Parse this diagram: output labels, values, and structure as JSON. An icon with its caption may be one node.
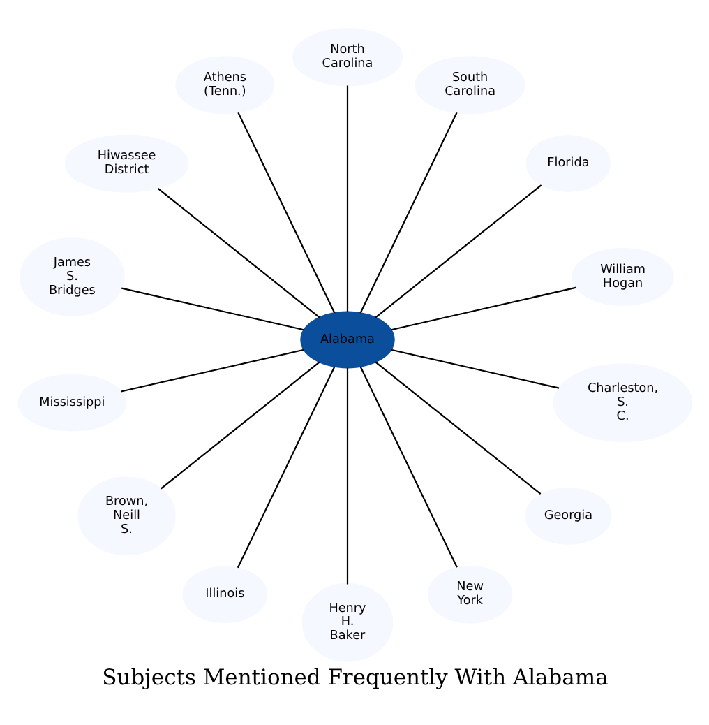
{
  "diagram": {
    "title": "Subjects Mentioned Frequently With Alabama",
    "nodes": [
      {
        "text": [
          "Alabama"
        ]
      },
      {
        "text": [
          "William Hogan"
        ]
      },
      {
        "text": [
          "Florida"
        ]
      },
      {
        "text": [
          "South Carolina"
        ]
      },
      {
        "text": [
          "North Carolina"
        ]
      },
      {
        "text": [
          "Athens (Tenn.)"
        ]
      },
      {
        "text": [
          "Hiwassee District"
        ]
      },
      {
        "text": [
          "James S. Bridges"
        ]
      },
      {
        "text": [
          "Mississippi"
        ]
      },
      {
        "text": [
          "Brown, Neill S."
        ]
      },
      {
        "text": [
          "Illinois"
        ]
      },
      {
        "text": [
          "Henry H. Baker"
        ]
      },
      {
        "text": [
          "New York"
        ]
      },
      {
        "text": [
          "Georgia"
        ]
      },
      {
        "text": [
          "Charleston, S. C."
        ]
      }
    ],
    "edges": [
      {
        "from": 0,
        "to": 1,
        "arrow": "none"
      },
      {
        "from": 0,
        "to": 2,
        "arrow": "none"
      },
      {
        "from": 0,
        "to": 3,
        "arrow": "none"
      },
      {
        "from": 0,
        "to": 4,
        "arrow": "none"
      },
      {
        "from": 0,
        "to": 5,
        "arrow": "none"
      },
      {
        "from": 0,
        "to": 6,
        "arrow": "none"
      },
      {
        "from": 0,
        "to": 7,
        "arrow": "none"
      },
      {
        "from": 0,
        "to": 8,
        "arrow": "none"
      },
      {
        "from": 0,
        "to": 9,
        "arrow": "none"
      },
      {
        "from": 0,
        "to": 10,
        "arrow": "none"
      },
      {
        "from": 0,
        "to": 11,
        "arrow": "none"
      },
      {
        "from": 0,
        "to": 12,
        "arrow": "none"
      },
      {
        "from": 0,
        "to": 13,
        "arrow": "none"
      },
      {
        "from": 0,
        "to": 14,
        "arrow": "none"
      }
    ]
  }
}
